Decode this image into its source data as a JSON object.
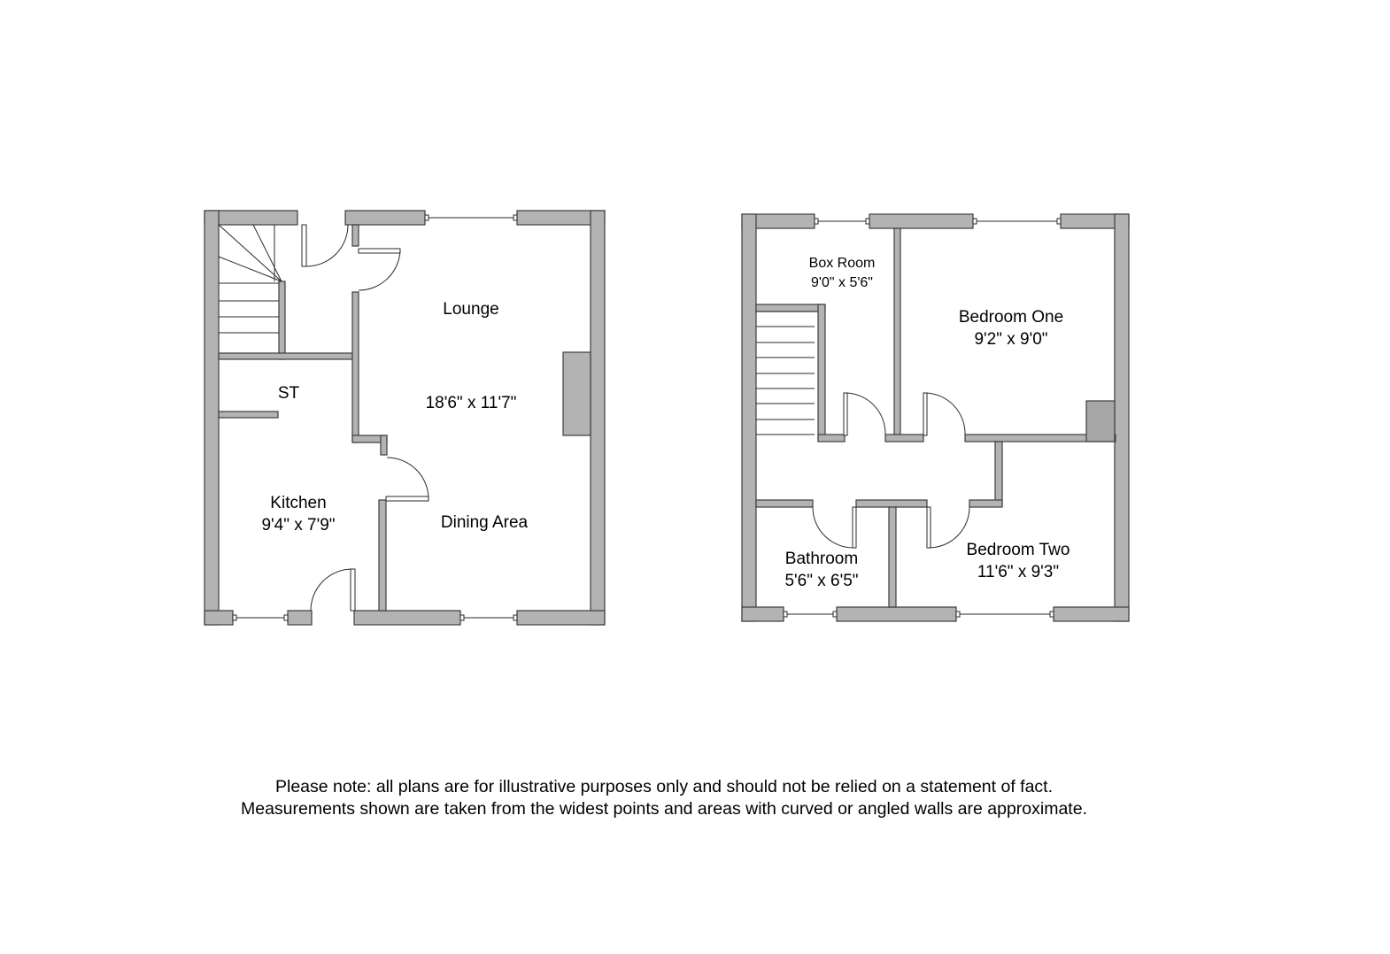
{
  "ground_floor": {
    "rooms": [
      {
        "name": "Lounge",
        "dimensions": "18'6\" x 11'7\""
      },
      {
        "name": "ST"
      },
      {
        "name": "Kitchen",
        "dimensions": "9'4\" x 7'9\""
      },
      {
        "name": "Dining Area"
      }
    ]
  },
  "first_floor": {
    "rooms": [
      {
        "name": "Box Room",
        "dimensions": "9'0\" x 5'6\""
      },
      {
        "name": "Bedroom One",
        "dimensions": "9'2\" x 9'0\""
      },
      {
        "name": "Bathroom",
        "dimensions": "5'6\" x 6'5\""
      },
      {
        "name": "Bedroom Two",
        "dimensions": "11'6\" x 9'3\""
      }
    ]
  },
  "disclaimer": {
    "line1": "Please note: all plans are for illustrative purposes only and should not be relied on a statement of fact.",
    "line2": "Measurements shown are taken from the widest points and areas with curved or angled walls are approximate."
  },
  "colors": {
    "wall_fill": "#b3b3b3",
    "wall_outline": "#3c3c3c",
    "background": "#ffffff"
  }
}
